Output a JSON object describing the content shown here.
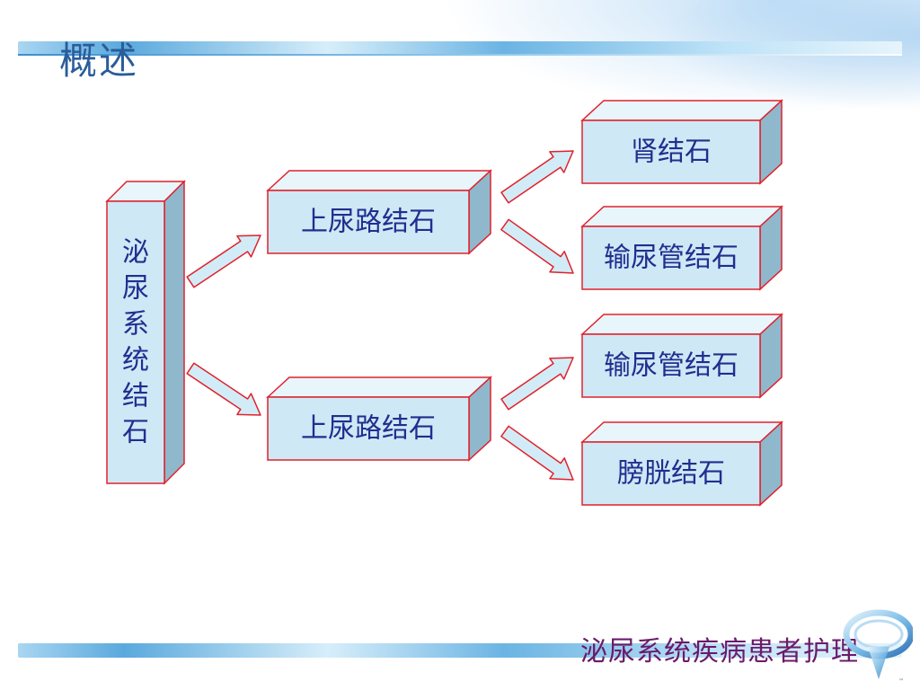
{
  "slide": {
    "title": "概述",
    "footer": "泌尿系统疾病患者护理"
  },
  "colors": {
    "box_front": "#cfe8f5",
    "box_top": "#e8f5fb",
    "box_side": "#8fb8cd",
    "box_border": "#e0212b",
    "arrow_fill": "#d2ecf7",
    "arrow_border": "#e0212b",
    "label_text": "#1f2f8f",
    "title_text": "#2a5c9a",
    "footer_text": "#6b1a6b"
  },
  "diagram": {
    "root": {
      "chars": [
        "泌",
        "尿",
        "系",
        "统",
        "结",
        "石"
      ]
    },
    "branches": [
      {
        "label": "上尿路结石",
        "children": [
          {
            "label": "肾结石"
          },
          {
            "label": "输尿管结石"
          }
        ]
      },
      {
        "label": "上尿路结石",
        "children": [
          {
            "label": "输尿管结石"
          },
          {
            "label": "膀胱结石"
          }
        ]
      }
    ]
  }
}
